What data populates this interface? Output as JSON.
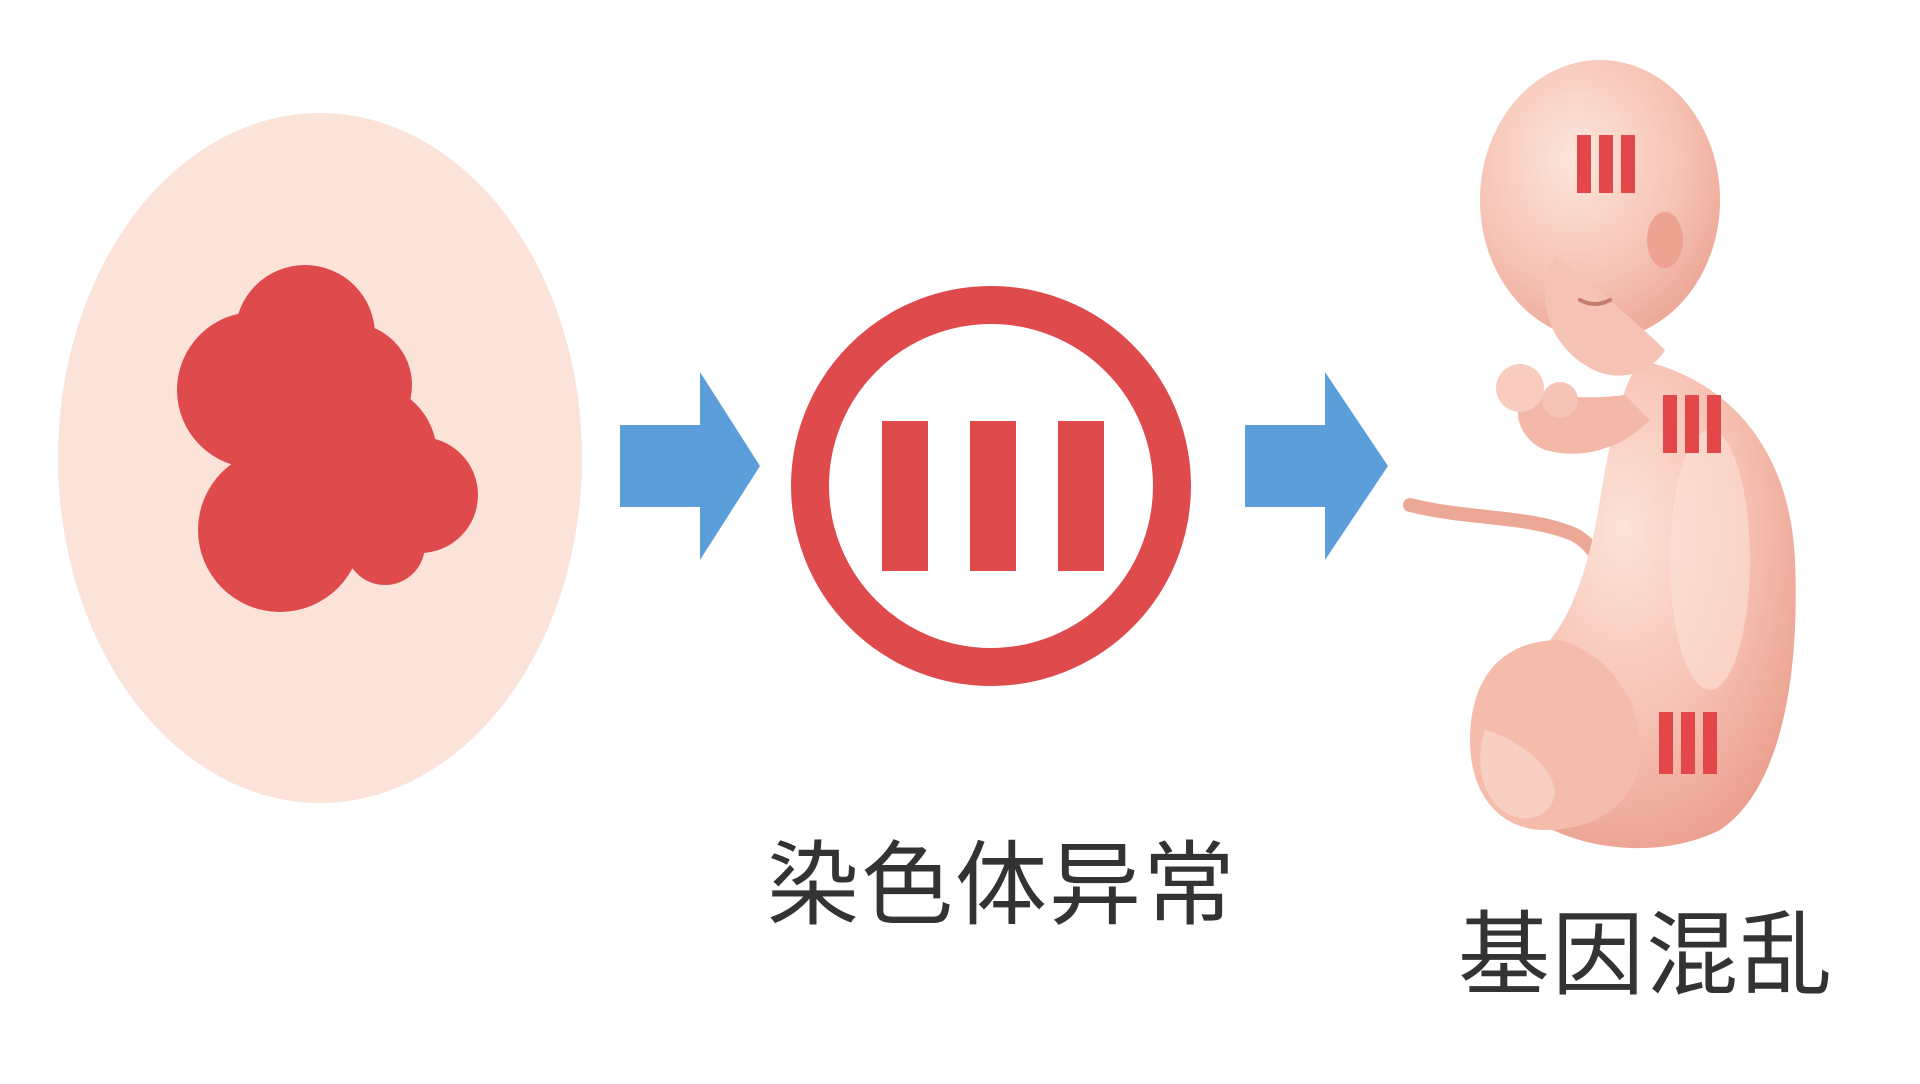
{
  "labels": {
    "chromosome_abnormality": "染色体异常",
    "gene_disorder": "基因混乱"
  },
  "colors": {
    "cell_background": "#fbe3da",
    "nucleus_red": "#df4a4c",
    "arrow_blue": "#5b9ed9",
    "embryo_skin": "#f3b3a3",
    "embryo_skin_light": "#fbd9cf",
    "marker_red": "#e4474a",
    "text": "#333333"
  },
  "icons": {
    "cell": "cell-with-nucleus-icon",
    "chromosome": "chromosome-ring-icon",
    "embryo": "fetus-illustration",
    "arrow": "right-arrow-icon"
  }
}
